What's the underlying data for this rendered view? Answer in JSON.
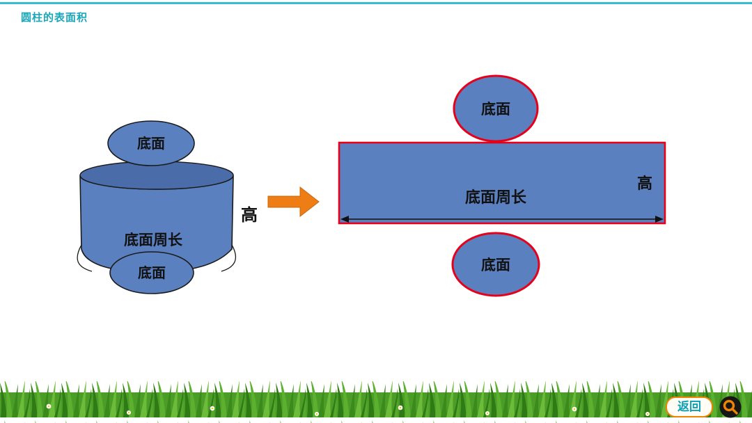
{
  "page": {
    "title": "圆柱的表面积"
  },
  "cylinder": {
    "top_face_label": "底面",
    "lateral_label": "底面周长",
    "bottom_face_label": "底面",
    "height_label": "高"
  },
  "net": {
    "rect_label": "底面周长",
    "height_label": "高",
    "top_circle_label": "底面",
    "bottom_circle_label": "底面"
  },
  "footer": {
    "return_label": "返回"
  },
  "icons": {
    "arrow": "right-block-arrow-icon",
    "logo": "brand-circle-icon"
  },
  "colors": {
    "top_line_cyan": "#35bdd3",
    "title_teal": "#1ba7b9",
    "shape_blue": "#5b80bf",
    "shape_blue_dark": "#4a6ca8",
    "outline_black": "#1a1a1a",
    "outline_red": "#e60019",
    "arrow_orange": "#ee7d15",
    "button_border_orange": "#f08300",
    "button_text_teal": "#0aa0b5",
    "grass_green": "#4c9d28"
  }
}
